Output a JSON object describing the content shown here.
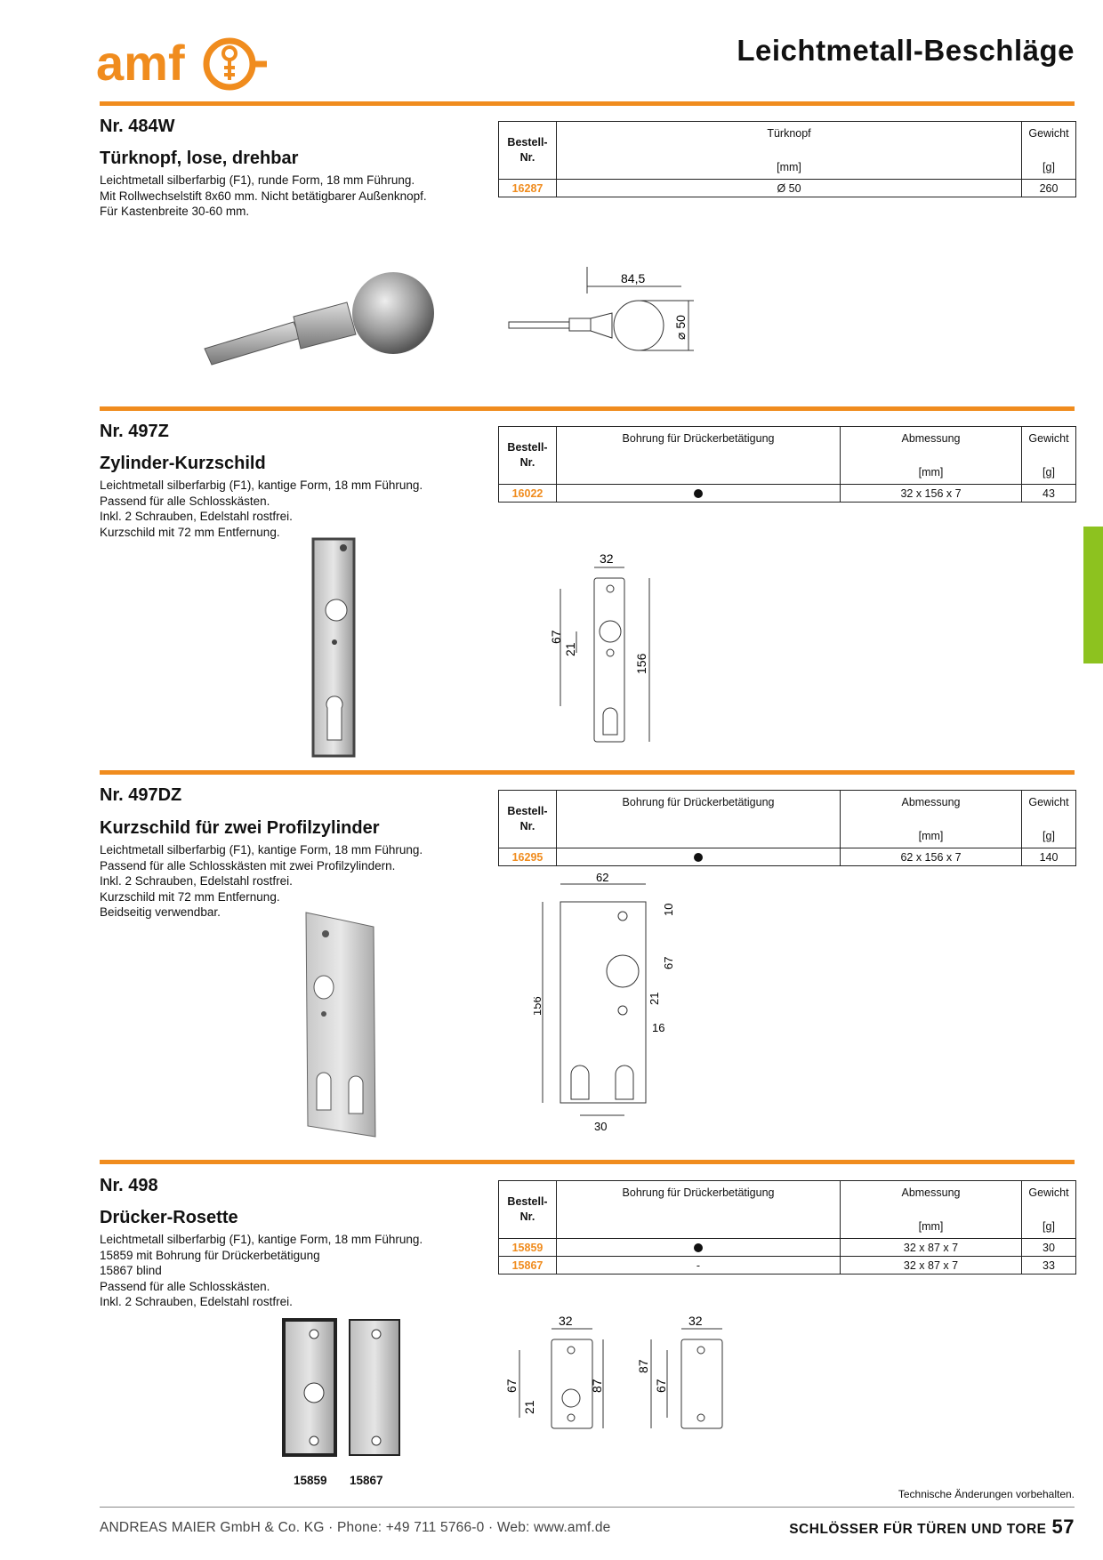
{
  "header": {
    "logo_text": "amf",
    "title": "Leichtmetall-Beschläge"
  },
  "sections": [
    {
      "nr": "Nr. 484W",
      "title": "Türknopf, lose, drehbar",
      "desc": [
        "Leichtmetall silberfarbig (F1), runde Form, 18 mm Führung.",
        "Mit Rollwechselstift 8x60 mm. Nicht betätigbarer Außenknopf.",
        "Für Kastenbreite 30-60 mm."
      ],
      "table": {
        "col_bestell": [
          "Bestell-",
          "Nr."
        ],
        "cols": [
          {
            "title": "Türknopf",
            "unit": "[mm]"
          },
          {
            "title": "Gewicht",
            "unit": "[g]"
          }
        ],
        "rows": [
          {
            "nr": "16287",
            "values": [
              "Ø 50",
              "260"
            ]
          }
        ]
      },
      "dims": {
        "length": "84,5",
        "dia": "⌀ 50"
      }
    },
    {
      "nr": "Nr. 497Z",
      "title": "Zylinder-Kurzschild",
      "desc": [
        "Leichtmetall silberfarbig (F1), kantige Form, 18 mm Führung.",
        "Passend für alle Schlosskästen.",
        "Inkl. 2 Schrauben, Edelstahl rostfrei.",
        "Kurzschild mit 72 mm Entfernung."
      ],
      "table": {
        "col_bestell": [
          "Bestell-",
          "Nr."
        ],
        "cols": [
          {
            "title": "Bohrung für Drückerbetätigung",
            "unit": ""
          },
          {
            "title": "Abmessung",
            "unit": "[mm]"
          },
          {
            "title": "Gewicht",
            "unit": "[g]"
          }
        ],
        "rows": [
          {
            "nr": "16022",
            "dot": true,
            "values": [
              "",
              "32 x 156 x 7",
              "43"
            ]
          }
        ]
      },
      "dims": {
        "width": "32",
        "d67": "67",
        "d21": "21",
        "d156": "156"
      }
    },
    {
      "nr": "Nr. 497DZ",
      "title": "Kurzschild für zwei Profilzylinder",
      "desc": [
        "Leichtmetall silberfarbig (F1), kantige Form, 18 mm Führung.",
        "Passend für alle Schlosskästen mit zwei Profilzylindern.",
        "Inkl. 2 Schrauben, Edelstahl rostfrei.",
        "Kurzschild mit 72 mm Entfernung.",
        "Beidseitig verwendbar."
      ],
      "table": {
        "col_bestell": [
          "Bestell-",
          "Nr."
        ],
        "cols": [
          {
            "title": "Bohrung für Drückerbetätigung",
            "unit": ""
          },
          {
            "title": "Abmessung",
            "unit": "[mm]"
          },
          {
            "title": "Gewicht",
            "unit": "[g]"
          }
        ],
        "rows": [
          {
            "nr": "16295",
            "dot": true,
            "values": [
              "",
              "62 x 156 x 7",
              "140"
            ]
          }
        ]
      },
      "dims": {
        "width": "62",
        "d10": "10",
        "d67": "67",
        "d21": "21",
        "d16": "16",
        "d156": "156",
        "d30": "30"
      }
    },
    {
      "nr": "Nr. 498",
      "title": "Drücker-Rosette",
      "desc": [
        "Leichtmetall silberfarbig (F1), kantige Form, 18 mm Führung.",
        "15859 mit Bohrung für Drückerbetätigung",
        "15867 blind",
        "Passend für alle Schlosskästen.",
        "Inkl. 2 Schrauben, Edelstahl rostfrei."
      ],
      "table": {
        "col_bestell": [
          "Bestell-",
          "Nr."
        ],
        "cols": [
          {
            "title": "Bohrung für Drückerbetätigung",
            "unit": ""
          },
          {
            "title": "Abmessung",
            "unit": "[mm]"
          },
          {
            "title": "Gewicht",
            "unit": "[g]"
          }
        ],
        "rows": [
          {
            "nr": "15859",
            "dot": true,
            "values": [
              "",
              "32 x 87 x 7",
              "30"
            ]
          },
          {
            "nr": "15867",
            "dot": false,
            "values": [
              "-",
              "32 x 87 x 7",
              "33"
            ]
          }
        ]
      },
      "captions": [
        "15859",
        "15867"
      ],
      "dims": {
        "w1": "32",
        "w2": "32",
        "d67": "67",
        "d21": "21",
        "d87": "87",
        "d87b": "87",
        "d67b": "67"
      }
    }
  ],
  "footer": {
    "note": "Technische Änderungen vorbehalten.",
    "company": "ANDREAS MAIER GmbH & Co. KG · Phone: +49 711 5766-0 · Web: www.amf.de",
    "category": "SCHLÖSSER FÜR TÜREN UND TORE",
    "page": "57"
  },
  "colors": {
    "accent": "#f08c1e",
    "tab": "#8dc21f"
  }
}
